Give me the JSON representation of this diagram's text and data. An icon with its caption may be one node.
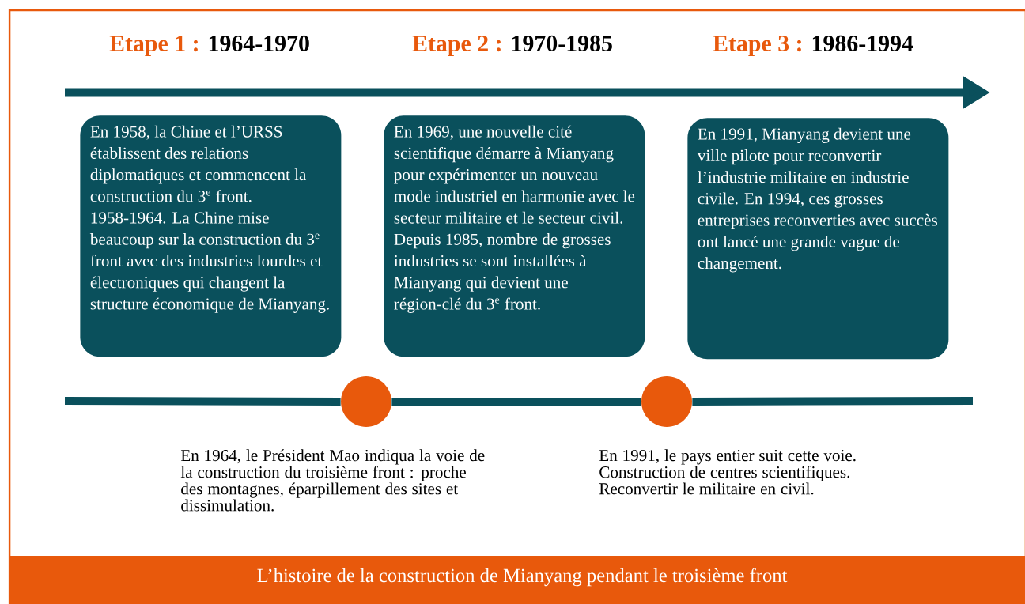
{
  "diagram": {
    "caption": "L’histoire de la construction de Mianyang pendant le troisième front",
    "nodes": [
      {
        "text": [
          "En 1958, la Chine et l’URSS établissent des relations diplomatiques et commencent la construction du 3$^{e}$ front. 1958-1964. La Chine mise beaucoup sur la construction du 3$^{e}$ front avec des industries lourdes et électroniques qui changent la structure économique de Mianyang."
        ]
      },
      {
        "text": [
          "En 1969, une nouvelle cité scientifique démarre à Mianyang pour expérimenter un nouveau mode industriel en harmonie avec le secteur militaire et le secteur civil. Depuis 1985, nombre de grosses industries se sont installées à Mianyang qui devient une région-clé du 3$^{e}$ front."
        ]
      },
      {
        "text": [
          "En 1991, Mianyang devient une ville pilote pour reconvertir l’industrie militaire en industrie civile. En 1994, ces grosses entreprises reconverties avec succès ont lancé une grande vague de changement."
        ]
      },
      {
        "text": [],
        "shape": "circle",
        "beside": [
          "En 1964, le Président Mao indiqua la voie de la construction du troisième front : proche des montagnes, éparpillement des sites et dissimulation."
        ]
      },
      {
        "text": [],
        "shape": "circle",
        "beside": [
          "En 1991, le pays entier suit cette voie. Construction de centres scientifiques. Reconvertir le militaire en civil."
        ]
      }
    ],
    "edges": [
      {
        "from": 3,
        "to": 4,
        "arrow": "none"
      }
    ],
    "labels": [
      "Etape 1 :",
      "1964-1970",
      "Etape 2 :",
      "1970-1985",
      "Etape 3 :",
      "1986-1994"
    ]
  }
}
